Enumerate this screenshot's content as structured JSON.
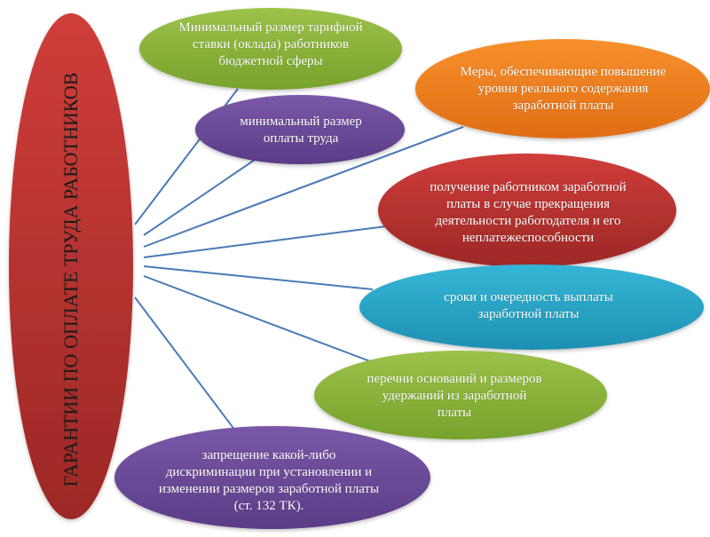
{
  "center": {
    "title": "ГАРАНТИИ ПО ОПЛАТЕ ТРУДА РАБОТНИКОВ",
    "color": "#b8312f"
  },
  "nodes": [
    {
      "id": "min-tariff",
      "text": "Минимальный размер тарифной ставки (оклада) работников бюджетной сферы",
      "color": "#8db73a"
    },
    {
      "id": "real-wage-measures",
      "text": "Меры, обеспечивающие повышение уровня реального содержания заработной платы",
      "color": "#f08020"
    },
    {
      "id": "min-wage",
      "text": "минимальный размер оплаты труда",
      "color": "#6b4a9a"
    },
    {
      "id": "employer-insolvency",
      "text": "получение работником заработной платы в случае прекращения деятельности работодателя и его неплатежеспособности",
      "color": "#b8312f"
    },
    {
      "id": "payment-terms",
      "text": "сроки и очередность выплаты заработной платы",
      "color": "#2aa6c8"
    },
    {
      "id": "deductions",
      "text": "перечни оснований и размеров удержаний из заработной платы",
      "color": "#8db73a"
    },
    {
      "id": "non-discrimination",
      "text": "запрещение какой-либо дискриминации при установлении и изменении размеров заработной платы (ст. 132 ТК).",
      "color": "#6b4a9a"
    }
  ],
  "connector_color": "#4a7ab5"
}
